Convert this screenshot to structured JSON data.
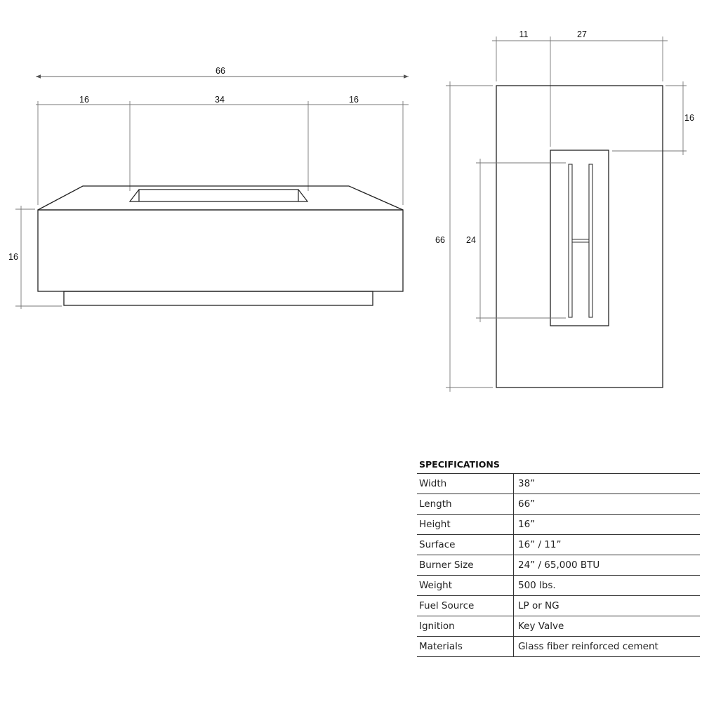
{
  "front_view": {
    "overall_width": "66",
    "left_segment": "16",
    "burner_opening": "34",
    "right_segment": "16",
    "height": "16"
  },
  "top_view": {
    "offset_left": "11",
    "offset_right": "27",
    "offset_top": "16",
    "overall_length": "66",
    "burner_length": "24"
  },
  "specifications": {
    "title": "SPECIFICATIONS",
    "rows": [
      {
        "label": "Width",
        "value": "38”"
      },
      {
        "label": "Length",
        "value": "66”"
      },
      {
        "label": "Height",
        "value": "16”"
      },
      {
        "label": "Surface",
        "value": "16” / 11”"
      },
      {
        "label": "Burner Size",
        "value": "24” / 65,000 BTU"
      },
      {
        "label": "Weight",
        "value": "500 lbs."
      },
      {
        "label": "Fuel Source",
        "value": "LP or NG"
      },
      {
        "label": "Ignition",
        "value": "Key Valve"
      },
      {
        "label": "Materials",
        "value": "Glass fiber reinforced cement"
      }
    ]
  }
}
